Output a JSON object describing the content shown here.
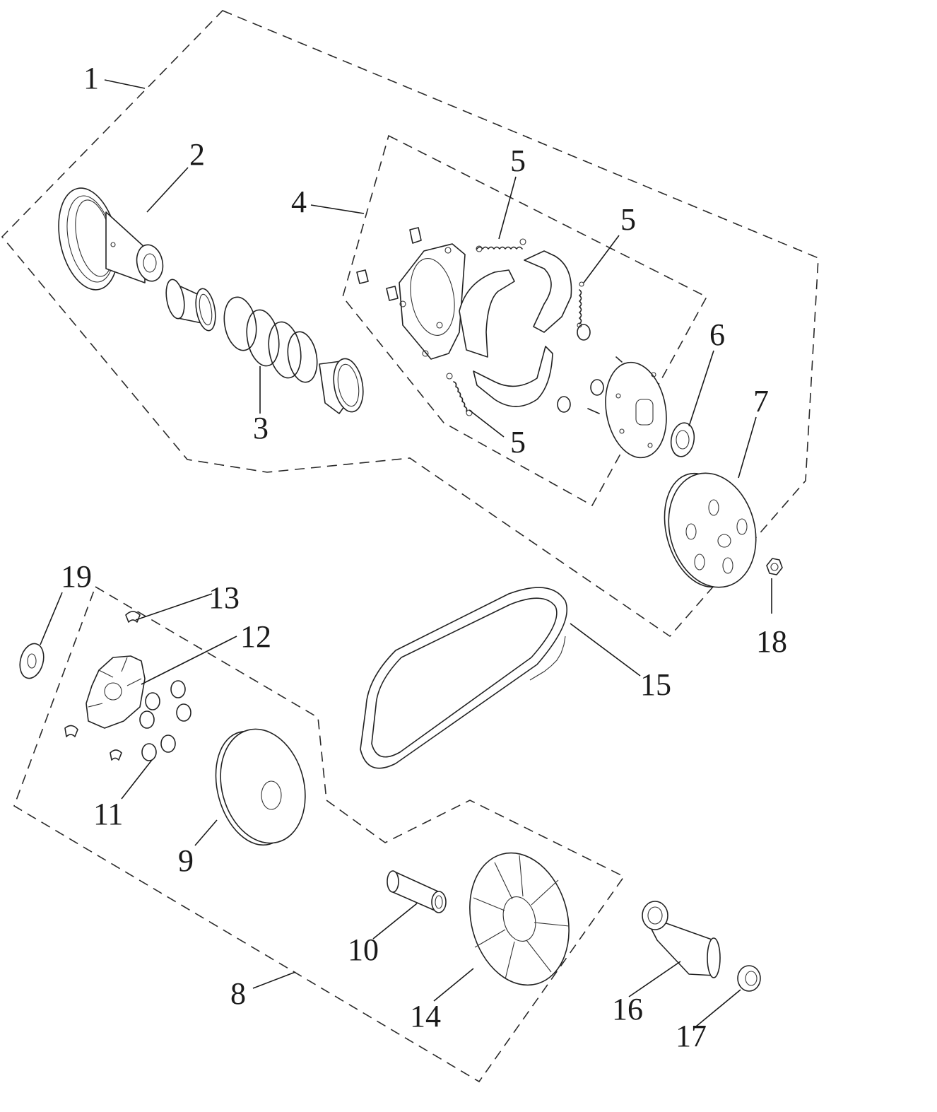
{
  "diagram": {
    "callouts": [
      "1",
      "2",
      "3",
      "4",
      "5",
      "5",
      "5",
      "6",
      "7",
      "8",
      "9",
      "10",
      "11",
      "12",
      "13",
      "14",
      "15",
      "16",
      "17",
      "18",
      "19"
    ]
  }
}
